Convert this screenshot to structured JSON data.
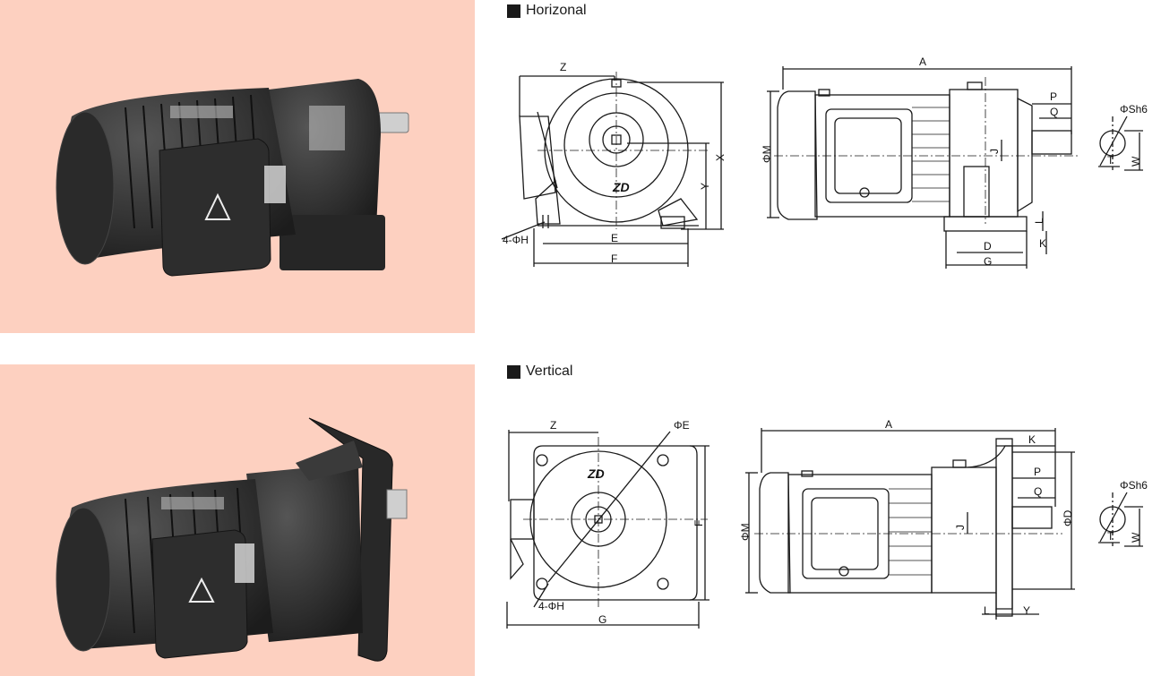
{
  "sections": {
    "horizontal_title": "Horizonal",
    "vertical_title": "Vertical"
  },
  "labels": {
    "Z": "Z",
    "X": "X",
    "Y": "Y",
    "E": "E",
    "F": "F",
    "G": "G",
    "H4": "4-ΦH",
    "A": "A",
    "M": "ΦM",
    "P": "P",
    "Q": "Q",
    "J": "J",
    "L": "L",
    "K": "K",
    "D": "D",
    "Sh6": "ΦSh6",
    "T": "T",
    "W": "W",
    "PE": "ΦE",
    "PD": "ΦD"
  },
  "brand_mark": "ZD",
  "colors": {
    "photo_background": "#fdd0c0",
    "motor_body": "#2f2f2f",
    "line": "#1a1a1a"
  }
}
